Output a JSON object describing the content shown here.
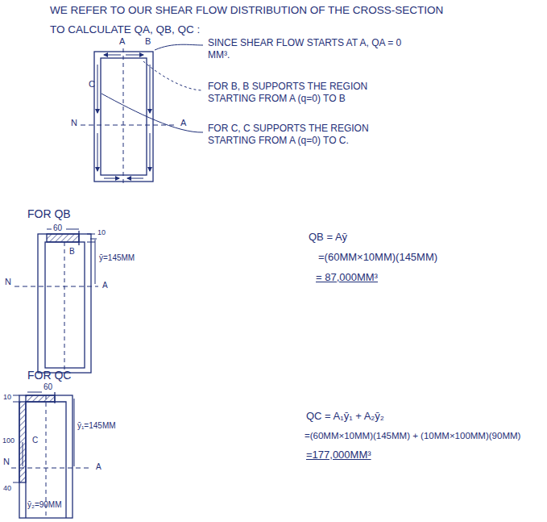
{
  "diagram": {
    "labels": [
      "WE REFER TO OUR SHEAR FLOW DISTRIBUTION OF THE CROSS-SECTION",
      "TO CALCULATE QA, QB, QC :",
      "A",
      "B",
      "C",
      "N",
      "A",
      "SINCE SHEAR FLOW STARTS AT A, QA = 0 MM³.",
      "FOR B, B SUPPORTS THE REGION STARTING FROM A (q=0) TO B",
      "FOR C, C SUPPORTS THE REGION STARTING FROM A (q=0) TO C.",
      "FOR QB",
      "60",
      "10",
      "B",
      "ȳ=145MM",
      "N",
      "A",
      "QB = Aȳ",
      "=(60MM×10MM)(145MM)",
      "= 87,000MM³",
      "FOR QC",
      "60",
      "10",
      "100",
      "40",
      "N",
      "C",
      "ȳ₁=145MM",
      "A",
      "ȳ₂=90MM",
      "QC = A₁ȳ₁ + A₂ȳ₂",
      "=(60MM×10MM)(145MM) + (10MM×100MM)(90MM)",
      "=177,000MM³"
    ]
  }
}
